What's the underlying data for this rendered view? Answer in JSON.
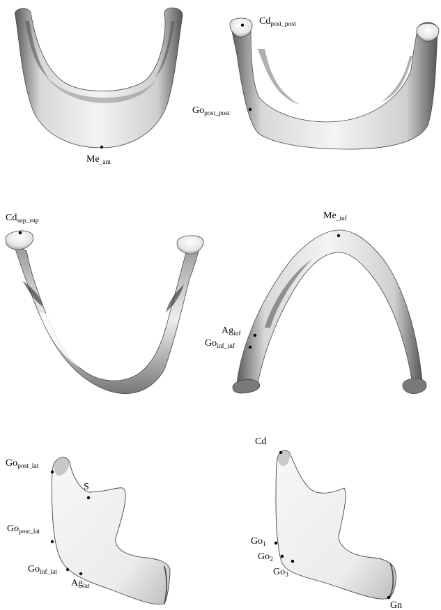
{
  "views": {
    "anterior": {
      "landmarks": {
        "me_ant": {
          "base": "Me",
          "sub": "_ant"
        }
      }
    },
    "posterior": {
      "landmarks": {
        "cd_post_post": {
          "base": "Cd",
          "sub": "post_post"
        },
        "go_post_post": {
          "base": "Go",
          "sub": "post_post"
        }
      }
    },
    "superior": {
      "landmarks": {
        "cd_sup_sup": {
          "base": "Cd",
          "sub": "sup_sup"
        }
      }
    },
    "inferior": {
      "landmarks": {
        "me_inf": {
          "base": "Me",
          "sub": "_inf"
        },
        "ag_inf": {
          "base": "Ag",
          "sub": "inf"
        },
        "go_inf_inf": {
          "base": "Go",
          "sub": "inf_inf"
        }
      }
    },
    "lateral_left": {
      "landmarks": {
        "go_post_lat_1": {
          "base": "Go",
          "sub": "post_lat"
        },
        "s": {
          "base": "S",
          "sub": ""
        },
        "go_post_lat_2": {
          "base": "Go",
          "sub": "post_lat"
        },
        "go_inf_lat": {
          "base": "Go",
          "sub": "inf_lat"
        },
        "ag_lat": {
          "base": "Ag",
          "sub": "lat"
        }
      }
    },
    "lateral_right": {
      "landmarks": {
        "cd": {
          "base": "Cd",
          "sub": ""
        },
        "go1": {
          "base": "Go",
          "sub": "1"
        },
        "go2": {
          "base": "Go",
          "sub": "2"
        },
        "go3": {
          "base": "Go",
          "sub": "3"
        },
        "gn": {
          "base": "Gn",
          "sub": ""
        }
      }
    }
  }
}
